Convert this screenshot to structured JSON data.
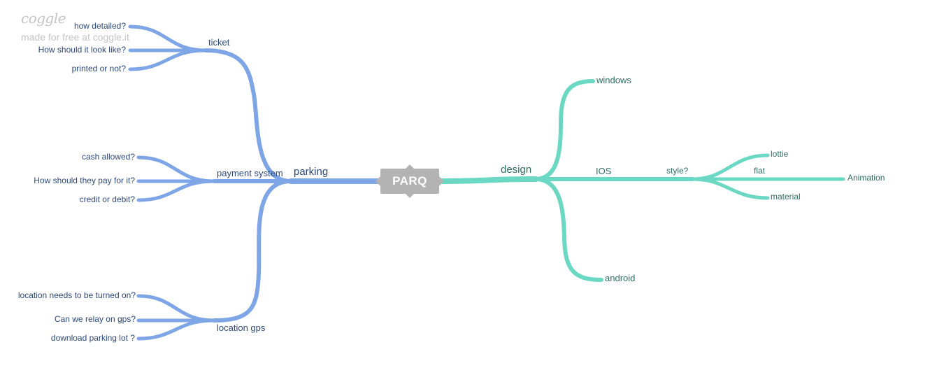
{
  "watermark": {
    "logo": "coggle",
    "text": "made for free at coggle.it"
  },
  "colors": {
    "left_branch": "#7ea5e6",
    "right_branch": "#6bd8c4",
    "root_bg": "#b3b3b3",
    "left_text": "#2e4a7a",
    "right_text": "#2f6e60"
  },
  "root": {
    "label": "PARQ"
  },
  "left": {
    "parking": {
      "label": "parking",
      "ticket": {
        "label": "ticket",
        "children": [
          "how detailed?",
          "How should it look like?",
          "printed or not?"
        ]
      },
      "payment": {
        "label": "payment system",
        "children": [
          "cash allowed?",
          "How should they pay for it?",
          "credit or debit?"
        ]
      },
      "gps": {
        "label": "location gps",
        "children": [
          "location needs to be turned on?",
          "Can we relay on gps?",
          "download parking lot ?"
        ]
      }
    }
  },
  "right": {
    "design": {
      "label": "design",
      "windows": "windows",
      "android": "android",
      "ios": {
        "label": "IOS",
        "style": {
          "label": "style?",
          "lottie": "lottie",
          "material": "material",
          "flat": {
            "label": "flat",
            "animation": "Animation"
          }
        }
      }
    }
  }
}
